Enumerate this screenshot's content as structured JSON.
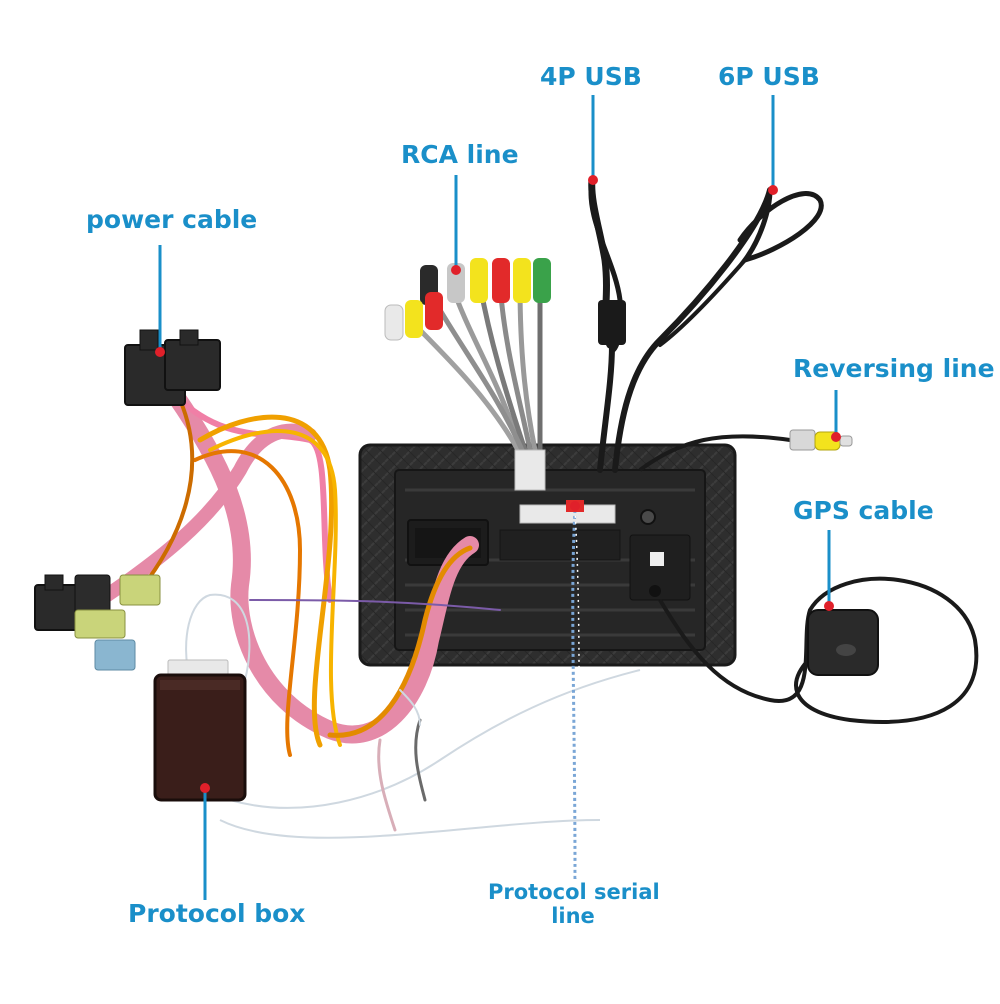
{
  "diagram": {
    "accent_color": "#1a8fc9",
    "marker_color": "#e0202a",
    "labels": {
      "power_cable": "power cable",
      "rca_line": "RCA line",
      "usb_4p": "4P USB",
      "usb_6p": "6P USB",
      "reversing_line": "Reversing line",
      "gps_cable": "GPS cable",
      "protocol_box": "Protocol box",
      "protocol_serial_line_1": "Protocol serial",
      "protocol_serial_line_2": "line"
    }
  }
}
